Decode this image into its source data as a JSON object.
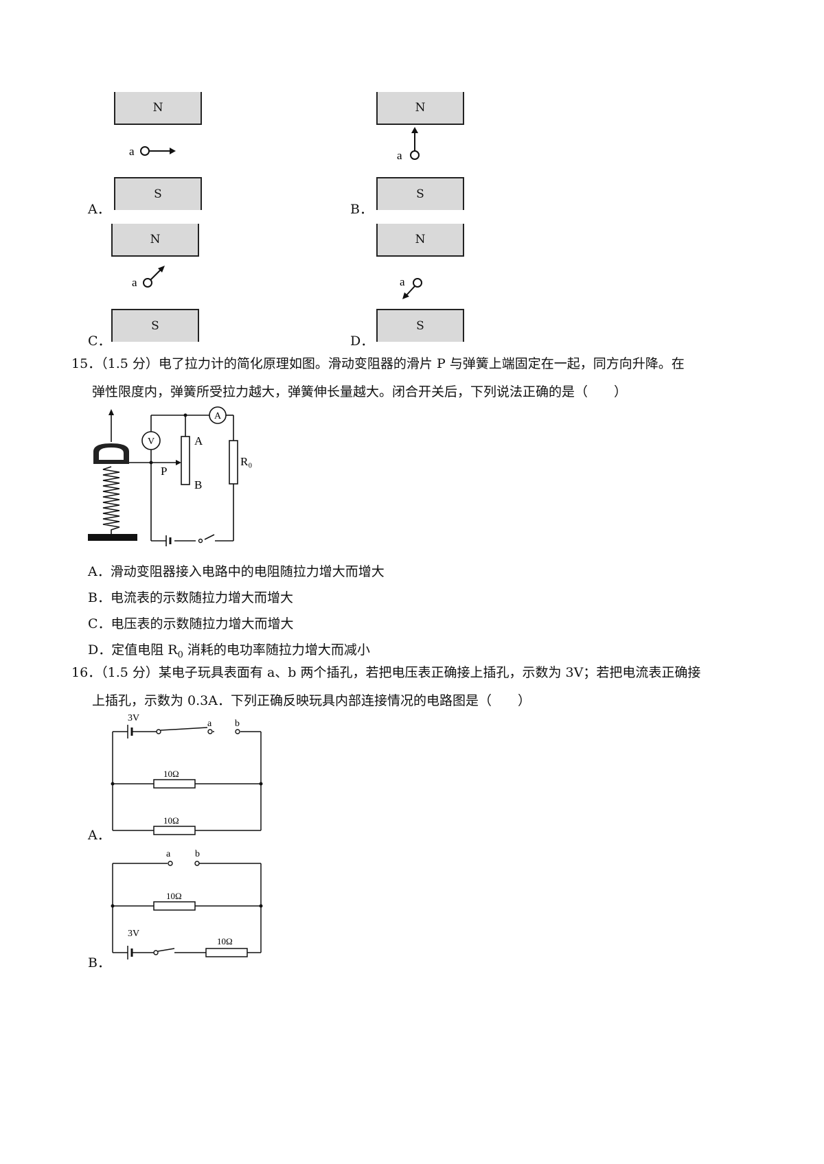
{
  "q14": {
    "options": [
      {
        "label": "A．",
        "top_pole": "N",
        "bottom_pole": "S",
        "particle": "a"
      },
      {
        "label": "B．",
        "top_pole": "N",
        "bottom_pole": "S",
        "particle": "a"
      },
      {
        "label": "C．",
        "top_pole": "N",
        "bottom_pole": "S",
        "particle": "a"
      },
      {
        "label": "D．",
        "top_pole": "N",
        "bottom_pole": "S",
        "particle": "a"
      }
    ]
  },
  "q15": {
    "line1": "15．（1.5 分）电了拉力计的简化原理如图。滑动变阻器的滑片 P 与弹簧上端固定在一起，同方向升降。在",
    "line2": "弹性限度内，弹簧所受拉力越大，弹簧伸长量越大。闭合开关后，下列说法正确的是（　　）",
    "figure": {
      "ammeter": "A",
      "voltmeter": "V",
      "slider": "P",
      "end_a": "A",
      "end_b": "B",
      "resistor": "R₀"
    },
    "choices": [
      "A．滑动变阻器接入电路中的电阻随拉力增大而增大",
      "B．电流表的示数随拉力增大而增大",
      "C．电压表的示数随拉力增大而增大"
    ],
    "choice_d_pre": "D．定值电阻 R",
    "choice_d_sub": "0",
    "choice_d_post": " 消耗的电功率随拉力增大而减小"
  },
  "q16": {
    "line1": "16．（1.5 分）某电子玩具表面有 a、b 两个插孔，若把电压表正确接上插孔，示数为 3V；若把电流表正确接",
    "line2": "上插孔，示数为 0.3A．下列正确反映玩具内部连接情况的电路图是（　　）",
    "option_a": {
      "label": "A．",
      "battery": "3V",
      "terminal_a": "a",
      "terminal_b": "b",
      "r1": "10Ω",
      "r2": "10Ω"
    },
    "option_b": {
      "label": "B．",
      "battery": "3V",
      "terminal_a": "a",
      "terminal_b": "b",
      "r1": "10Ω",
      "r2": "10Ω"
    }
  }
}
